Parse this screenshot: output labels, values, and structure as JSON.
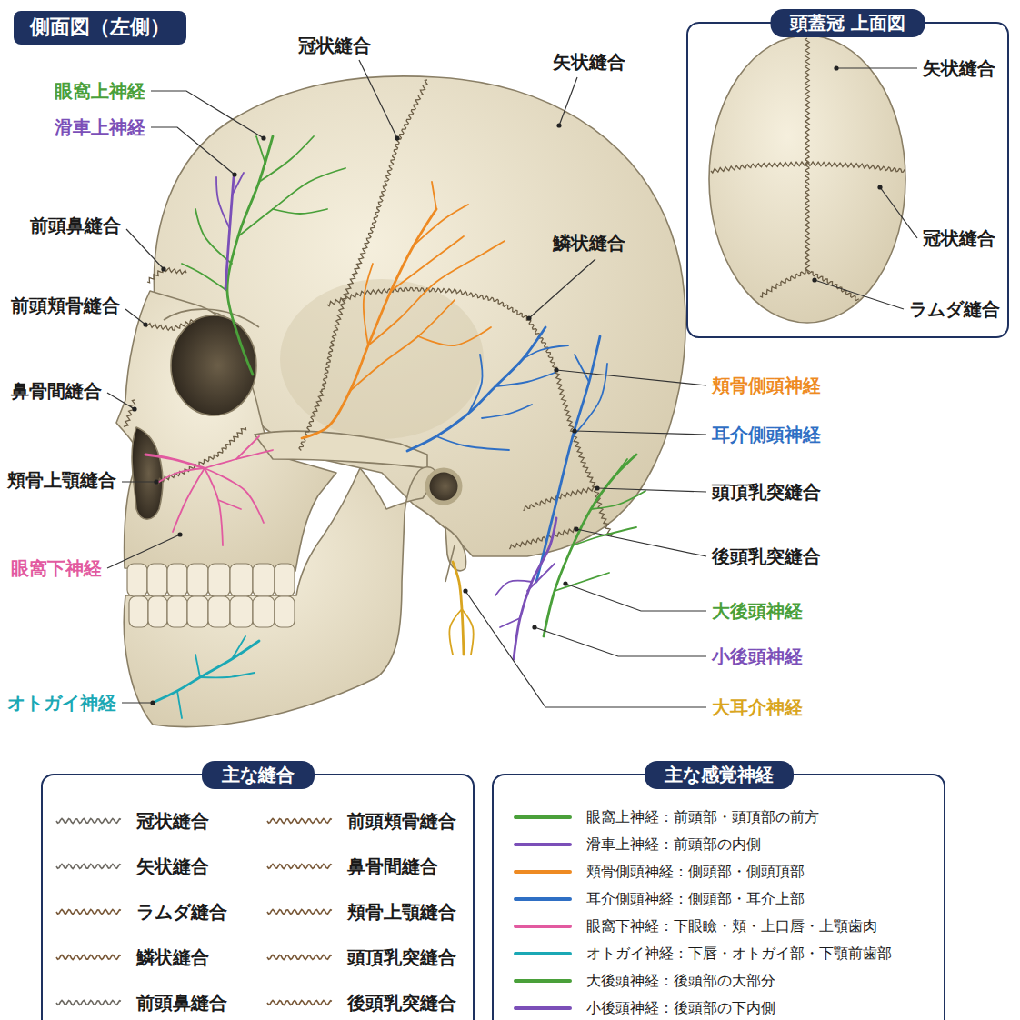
{
  "diagram": {
    "title": "側面図（左側）",
    "nodes": [
      {
        "text": [
          "頭蓋冠 上面図"
        ]
      },
      {
        "text": [
          "主な縫合"
        ]
      },
      {
        "text": [
          "主な感覚神経"
        ]
      }
    ],
    "labels": [
      "冠状縫合",
      "矢状縫合",
      "眼窩上神経",
      "滑車上神経",
      "前頭鼻縫合",
      "鱗状縫合",
      "前頭頬骨縫合",
      "鼻骨間縫合",
      "頬骨側頭神経",
      "耳介側頭神経",
      "頬骨上顎縫合",
      "頭頂乳突縫合",
      "後頭乳突縫合",
      "眼窩下神経",
      "大後頭神経",
      "小後頭神経",
      "大耳介神経",
      "オトガイ神経",
      "矢状縫合",
      "冠状縫合",
      "ラムダ縫合"
    ],
    "legend": [
      {
        "text": "冠状縫合"
      },
      {
        "text": "矢状縫合"
      },
      {
        "text": "ラムダ縫合"
      },
      {
        "text": "鱗状縫合"
      },
      {
        "text": "前頭鼻縫合"
      },
      {
        "text": "前頭頬骨縫合"
      },
      {
        "text": "鼻骨間縫合"
      },
      {
        "text": "頬骨上顎縫合"
      },
      {
        "text": "頭頂乳突縫合"
      },
      {
        "text": "後頭乳突縫合"
      },
      {
        "text": "眼窩上神経：前頭部・頭頂部の前方",
        "color": "#4aa03a"
      },
      {
        "text": "滑車上神経：前頭部の内側",
        "color": "#7b4fb8"
      },
      {
        "text": "頬骨側頭神経：側頭部・側頭頂部",
        "color": "#ee8a22"
      },
      {
        "text": "耳介側頭神経：側頭部・耳介上部",
        "color": "#2f6fc4"
      },
      {
        "text": "眼窩下神経：下眼瞼・頬・上口唇・上顎歯肉",
        "color": "#e25aa0"
      },
      {
        "text": "オトガイ神経：下唇・オトガイ部・下顎前歯部",
        "color": "#1ba8b5"
      },
      {
        "text": "大後頭神経：後頭部の大部分",
        "color": "#4aa03a"
      },
      {
        "text": "小後頭神経：後頭部の下内側",
        "color": "#7b4fb8"
      }
    ]
  }
}
